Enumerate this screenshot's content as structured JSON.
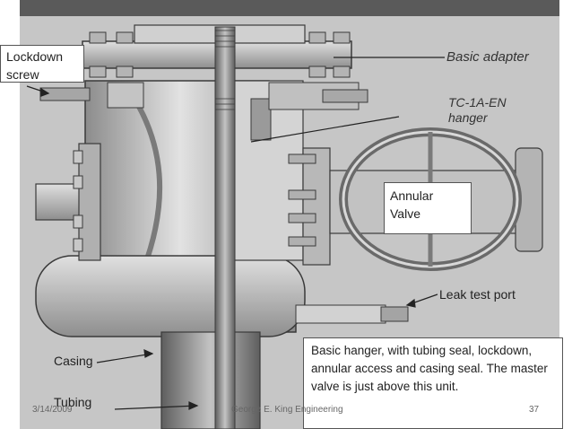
{
  "callouts": {
    "lockdown": "Lockdown\nscrew",
    "annular": "Annular\nValve",
    "leak": "Leak test port",
    "casing": "Casing",
    "tubing": "Tubing"
  },
  "drawing_text": {
    "adapter": "Basic adapter",
    "hanger_line1": "TC-1A-EN",
    "hanger_line2": "hanger"
  },
  "description": "Basic hanger, with tubing seal, lockdown, annular access and casing seal.  The master valve is just above this unit.",
  "footer": {
    "date": "3/14/2009",
    "author": "George E. King Engineering",
    "page": "37"
  },
  "colors": {
    "steel_light": "#d6d6d6",
    "steel_mid": "#a8a8a8",
    "steel_dark": "#6e6e6e",
    "outline": "#3a3a3a"
  }
}
